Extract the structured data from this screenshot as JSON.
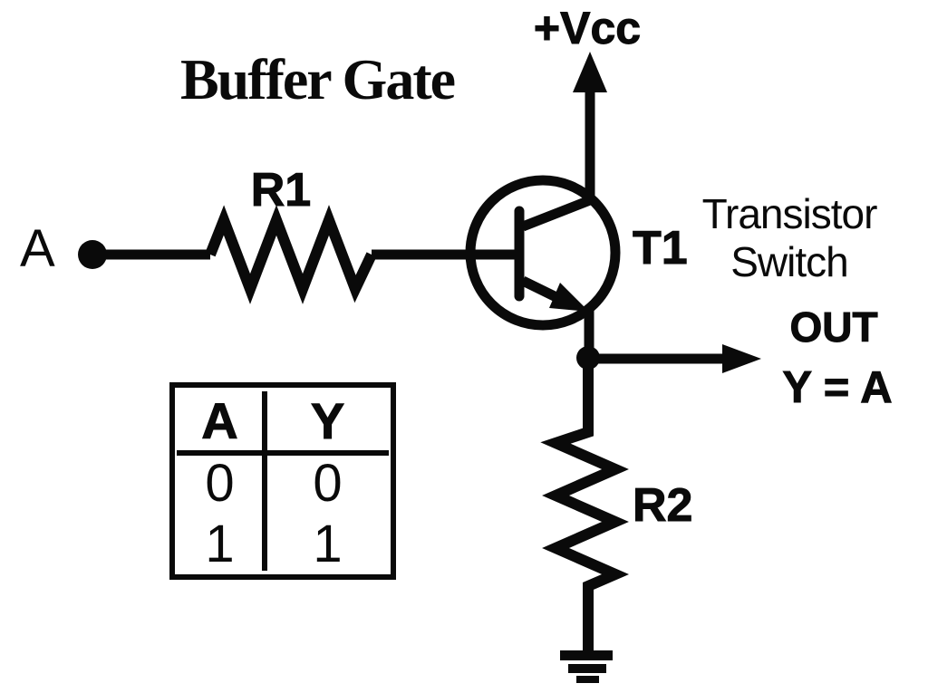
{
  "colors": {
    "ink": "#0a0a0a",
    "background": "#ffffff"
  },
  "title": "Buffer Gate",
  "labels": {
    "vcc": "+Vcc",
    "input": "A",
    "r1": "R1",
    "transistor": "T1",
    "caption_line1": "Transistor",
    "caption_line2": "Switch",
    "out": "OUT",
    "equation": "Y = A",
    "r2": "R2"
  },
  "truth_table": {
    "headers": [
      "A",
      "Y"
    ],
    "rows": [
      [
        "0",
        "0"
      ],
      [
        "1",
        "1"
      ]
    ]
  }
}
